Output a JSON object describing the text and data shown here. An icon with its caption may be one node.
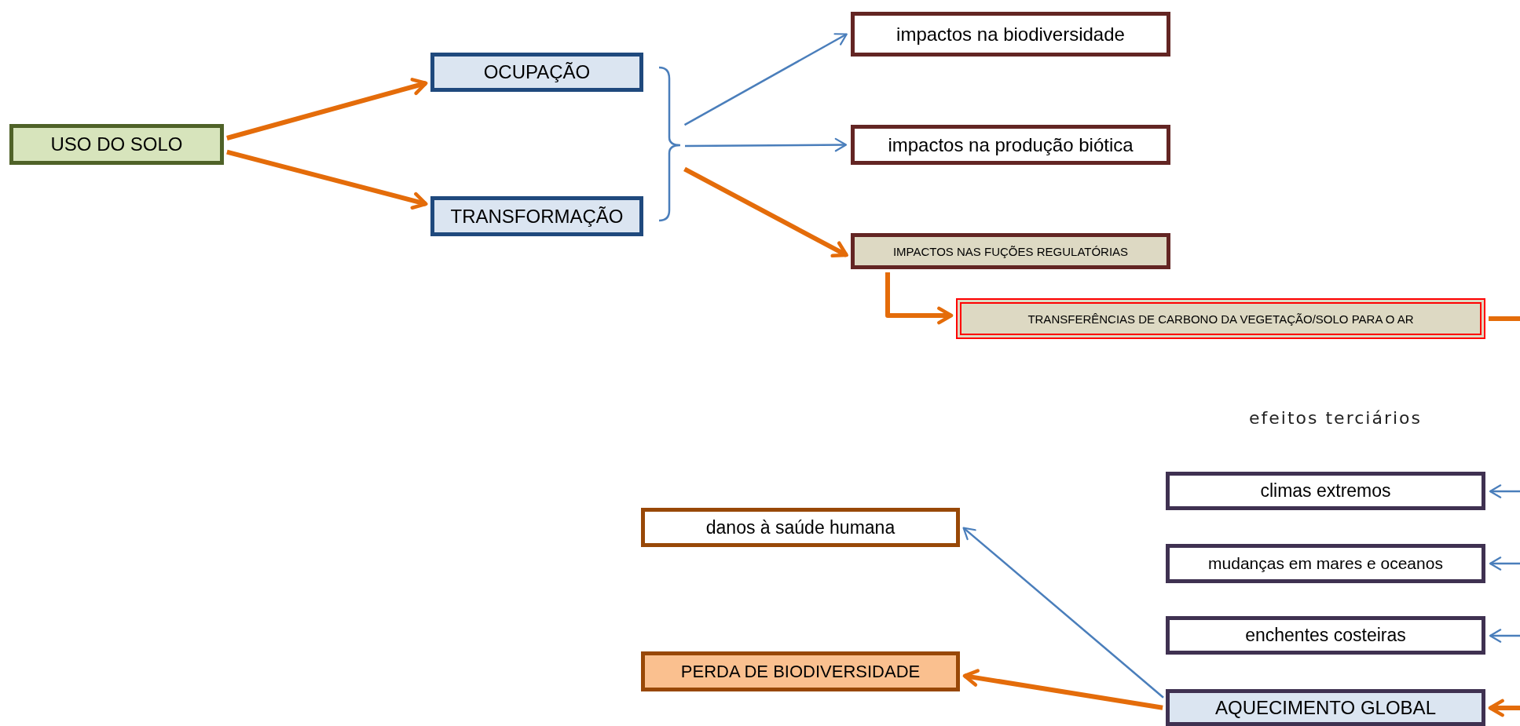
{
  "diagram": {
    "nodes": [
      {
        "text": [
          "USO DO SOLO"
        ]
      },
      {
        "text": [
          "OCUPAÇÃO"
        ]
      },
      {
        "text": [
          "TRANSFORMAÇÃO"
        ]
      },
      {
        "text": [
          "impactos na biodiversidade"
        ]
      },
      {
        "text": [
          "impactos na produção biótica"
        ]
      },
      {
        "text": [
          "IMPACTOS NAS FUÇÕES REGULATÓRIAS"
        ]
      },
      {
        "text": [
          "TRANSFERÊNCIAS DE CARBONO DA VEGETAÇÃO/SOLO PARA O AR"
        ]
      },
      {
        "text": [
          "climas extremos"
        ]
      },
      {
        "text": [
          "mudanças em mares e oceanos"
        ]
      },
      {
        "text": [
          "enchentes costeiras"
        ]
      },
      {
        "text": [
          "AQUECIMENTO GLOBAL"
        ]
      },
      {
        "text": [
          "danos à saúde humana"
        ]
      },
      {
        "text": [
          "PERDA DE BIODIVERSIDADE"
        ]
      },
      {
        "text": [],
        "shape": "bracket"
      }
    ],
    "edges": [
      {
        "from": 0,
        "to": 1,
        "arrow": "to"
      },
      {
        "from": 0,
        "to": 2,
        "arrow": "to"
      },
      {
        "from": 13,
        "to": 3,
        "arrow": "to",
        "color": "#4a7ebb"
      },
      {
        "from": 13,
        "to": 4,
        "arrow": "to",
        "color": "#4a7ebb"
      },
      {
        "from": 13,
        "to": 5,
        "arrow": "to"
      },
      {
        "from": 5,
        "to": 6,
        "arrow": "to"
      },
      {
        "from": 6,
        "to": null,
        "arrow": "none"
      },
      {
        "from": null,
        "to": 7,
        "arrow": "to",
        "color": "#4a7ebb"
      },
      {
        "from": null,
        "to": 8,
        "arrow": "to",
        "color": "#4a7ebb"
      },
      {
        "from": null,
        "to": 9,
        "arrow": "to",
        "color": "#4a7ebb"
      },
      {
        "from": null,
        "to": 10,
        "arrow": "to"
      },
      {
        "from": 10,
        "to": 11,
        "arrow": "to",
        "color": "#4a7ebb"
      },
      {
        "from": 10,
        "to": 12,
        "arrow": "to"
      }
    ],
    "labels": [
      "efeitos terciários"
    ]
  }
}
